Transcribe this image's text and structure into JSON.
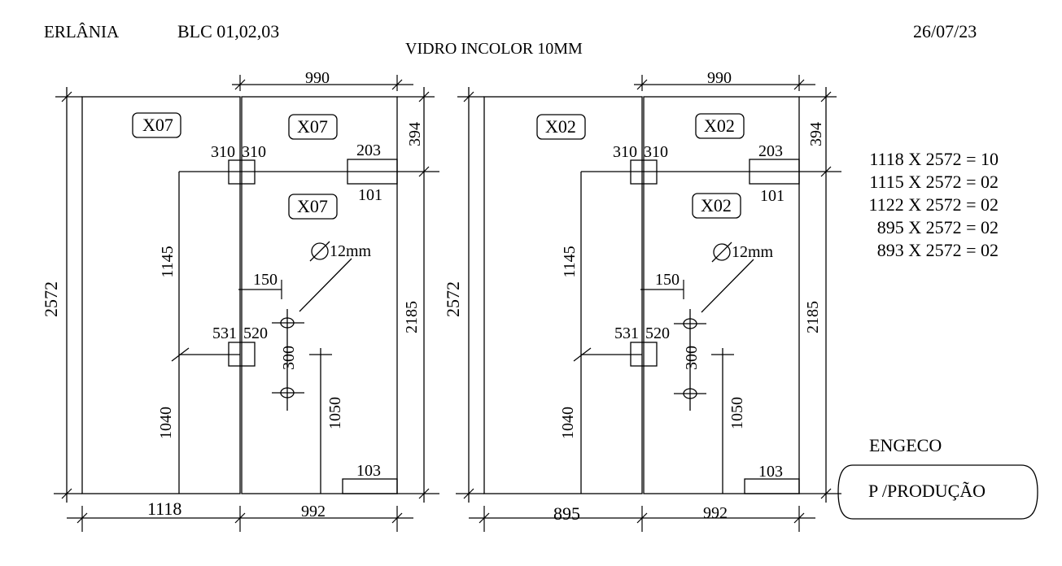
{
  "header": {
    "client": "ERLÂNIA",
    "blocks": "BLC 01,02,03",
    "glass_type": "VIDRO INCOLOR 10MM",
    "date": "26/07/23"
  },
  "panel_left": {
    "top_width": "990",
    "overall_height": "2572",
    "right_top": "394",
    "right_bottom": "2185",
    "left_upper": "1145",
    "left_lower": "1040",
    "right_mid": "1050",
    "hinge_top_left": "310",
    "hinge_top_right": "310",
    "hinge_mid_left": "531",
    "hinge_mid_right": "520",
    "offset_150": "150",
    "hole_spacing": "300",
    "hole_diameter": "12mm",
    "notch_top": "203",
    "notch_bottom": "101",
    "notch_floor": "103",
    "bottom_left_width": "1118",
    "bottom_right_width": "992",
    "tags": [
      "X07",
      "X07",
      "X07"
    ]
  },
  "panel_right": {
    "top_width": "990",
    "overall_height": "2572",
    "right_top": "394",
    "right_bottom": "2185",
    "left_upper": "1145",
    "left_lower": "1040",
    "right_mid": "1050",
    "hinge_top_left": "310",
    "hinge_top_right": "310",
    "hinge_mid_left": "531",
    "hinge_mid_right": "520",
    "offset_150": "150",
    "hole_spacing": "300",
    "hole_diameter": "12mm",
    "notch_top": "203",
    "notch_bottom": "101",
    "notch_floor": "103",
    "bottom_left_width": "895",
    "bottom_right_width": "992",
    "tags": [
      "X02",
      "X02",
      "X02"
    ]
  },
  "cut_list": [
    "1118 X 2572 = 10",
    "1115 X 2572 = 02",
    "1122 X 2572 = 02",
    "895 X 2572 = 02",
    "893 X 2572 = 02"
  ],
  "company": "ENGECO",
  "production_stamp": "P /PRODUÇÃO"
}
